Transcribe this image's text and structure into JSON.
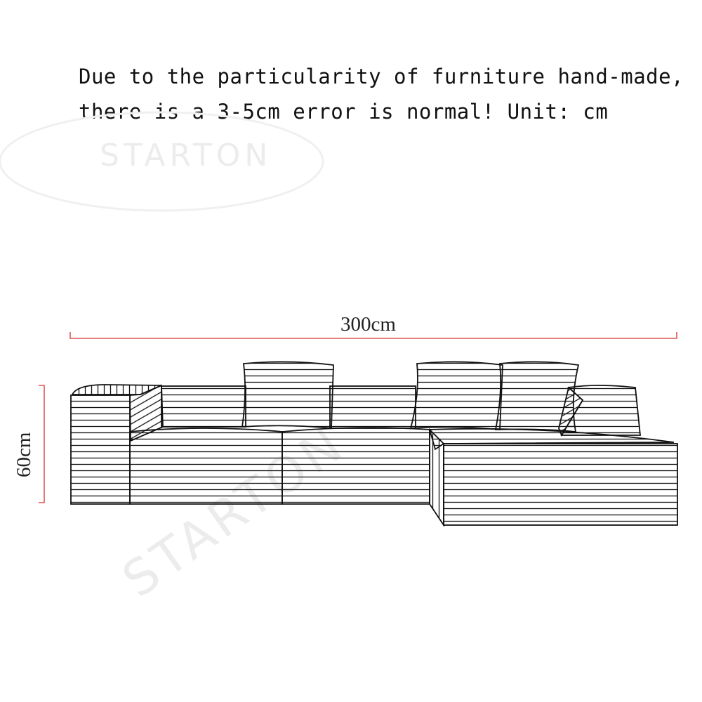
{
  "note": {
    "line1": "Due to the particularity of furniture hand-made,",
    "line2": "there is a 3-5cm error is normal!  Unit: cm"
  },
  "dimensions": {
    "width_label": "300cm",
    "height_label": "60cm"
  },
  "watermark": "STARTON",
  "colors": {
    "dimension_line": "#e05555",
    "outline": "#111111"
  }
}
